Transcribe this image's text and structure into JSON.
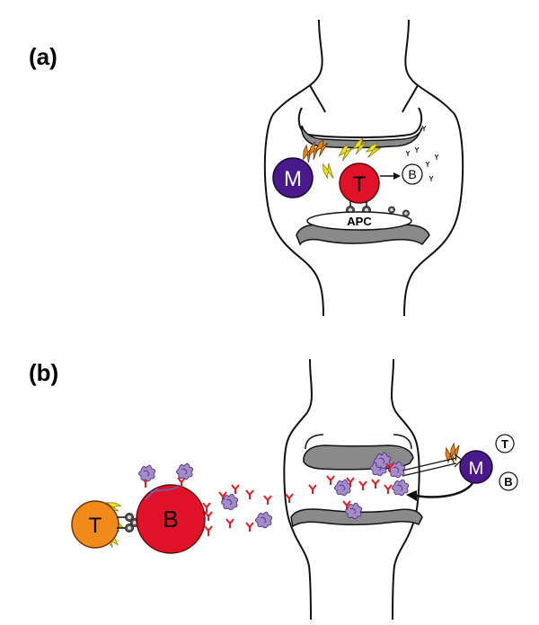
{
  "panel_a": {
    "label": "(a)",
    "cells": {
      "macrophage": "M",
      "t_cell": "T",
      "b_cell": "B",
      "apc": "APC"
    }
  },
  "panel_b": {
    "label": "(b)",
    "cells": {
      "t_cell": "T",
      "b_cell": "B",
      "macrophage": "M",
      "small_t": "T",
      "small_b": "B"
    }
  },
  "colors": {
    "macrophage": "#4a1a8c",
    "t_cell_a": "#e0122a",
    "b_cell_b": "#e0122a",
    "t_cell_b": "#f08a18",
    "cartilage": "#8a8a8a",
    "lightning": "#f0e21a",
    "cytokine_orange": "#e8841a",
    "antibody": "#e01c24",
    "antigen": "#7a5aa8"
  }
}
